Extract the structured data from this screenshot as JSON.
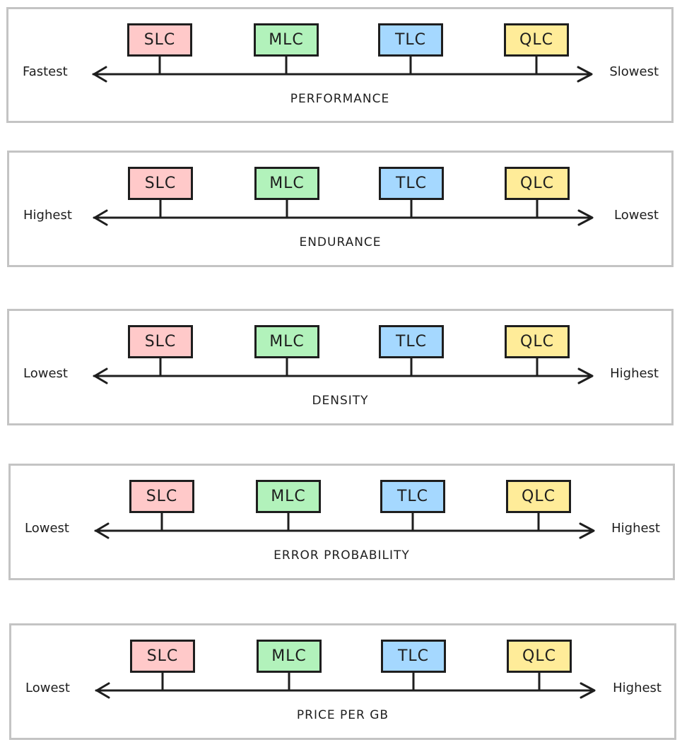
{
  "colors": {
    "SLC": "#ffc9c9",
    "MLC": "#b2f2bb",
    "TLC": "#a5d8ff",
    "QLC": "#ffec99",
    "stroke": "#1e1e1e",
    "panel_border": "#c4c4c4"
  },
  "cell_types": [
    "SLC",
    "MLC",
    "TLC",
    "QLC"
  ],
  "scales": [
    {
      "title": "PERFORMANCE",
      "left": "Fastest",
      "right": "Slowest"
    },
    {
      "title": "ENDURANCE",
      "left": "Highest",
      "right": "Lowest"
    },
    {
      "title": "DENSITY",
      "left": "Lowest",
      "right": "Highest"
    },
    {
      "title": "ERROR PROBABILITY",
      "left": "Lowest",
      "right": "Highest"
    },
    {
      "title": "PRICE PER GB",
      "left": "Lowest",
      "right": "Highest"
    }
  ]
}
